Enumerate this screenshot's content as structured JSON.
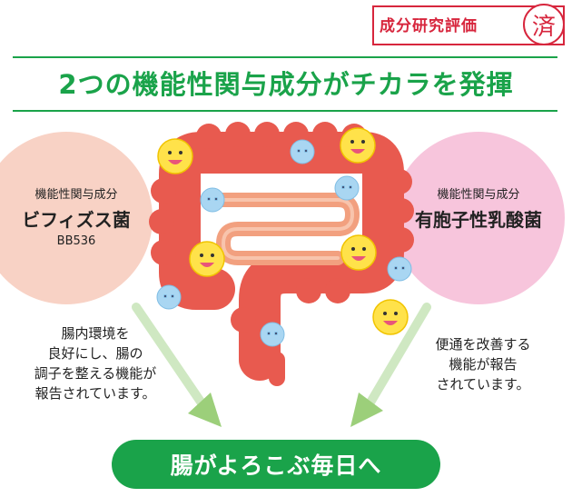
{
  "badge": {
    "label": "成分研究評価",
    "stamp": "済"
  },
  "heading": "2つの機能性関与成分がチカラを発揮",
  "left_ingredient": {
    "caption": "機能性関与成分",
    "name": "ビフィズス菌",
    "code": "BB536",
    "description": [
      "腸内環境を",
      "良好にし、腸の",
      "調子を整える機能が",
      "報告されています。"
    ]
  },
  "right_ingredient": {
    "caption": "機能性関与成分",
    "name": "有胞子性乳酸菌",
    "description": [
      "便通を改善する",
      "機能が報告",
      "されています。"
    ]
  },
  "footer_banner": "腸がよろこぶ毎日へ",
  "colors": {
    "accent_green": "#1aa34a",
    "stamp_red": "#d7263d",
    "intestine_red": "#e85a4f",
    "intestine_inner": "#f2a07f",
    "left_circle": "#f8d2c5",
    "right_circle": "#f7c5dc",
    "smiley_yellow": "#ffe24a",
    "bacteria_blue": "#a9d6f2"
  },
  "icons": [
    "smiley-bacteria-icon",
    "blue-bacteria-icon",
    "intestine-illustration",
    "arrow-icon"
  ]
}
